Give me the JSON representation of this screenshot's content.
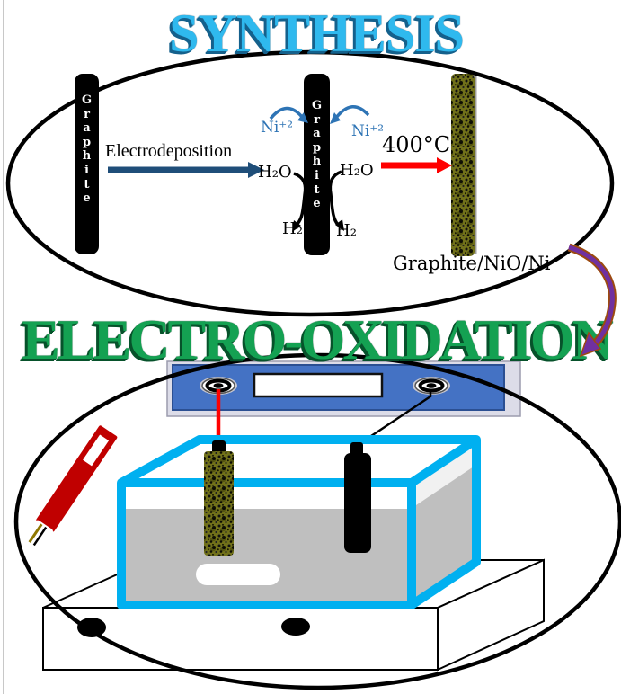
{
  "titles": {
    "synthesis": "SYNTHESIS",
    "electro_oxidation": "ELECTRO-OXIDATION"
  },
  "synthesis_section": {
    "electrode1_label": "Graphite",
    "electrode2_label": "Graphite",
    "step1_arrow_label": "Electrodeposition",
    "ion_left": "Ni⁺²",
    "ion_right": "Ni⁺²",
    "water_left": "H₂O",
    "water_right": "H₂O",
    "hydrogen_left": "H₂",
    "hydrogen_right": "H₂",
    "step2_arrow_label": "400°C",
    "product_label": "Graphite/NiO/Ni"
  },
  "colors": {
    "synthesis_fill": "#2FB9EE",
    "oxidation_fill": "#14A152",
    "deposition_arrow": "#1F4E79",
    "ion_blue": "#2E74B5",
    "heat_red": "#FF0000",
    "device_blue": "#4472C4",
    "tank_cyan": "#00B0F0",
    "liquid_gray": "#BFBFBF",
    "electrode_olive": "#71711A",
    "reference_electrode_red": "#C00000",
    "transfer_arrow_purple": "#7030A0"
  }
}
